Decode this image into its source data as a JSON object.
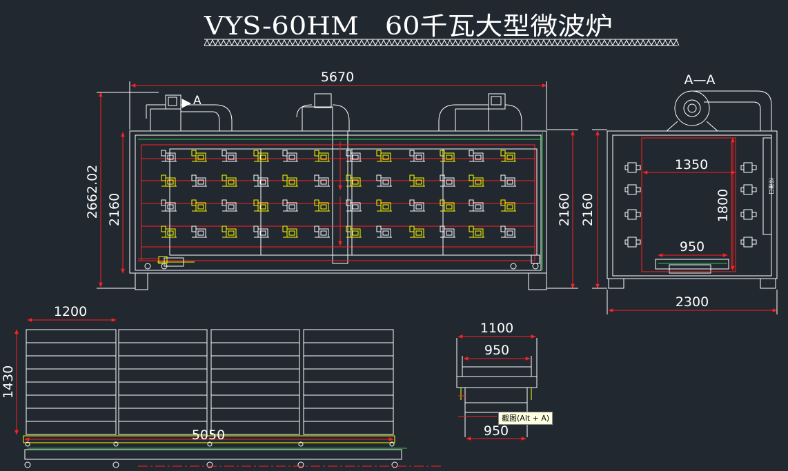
{
  "title": "VYS-60HM   60千瓦大型微波炉",
  "section_label": "A—A",
  "section_marker": "A",
  "front_view": {
    "width_dim": "5670",
    "overall_height_dim": "2662.02",
    "body_height_dim": "2160",
    "right_height_dim": "2160"
  },
  "section_view": {
    "height_dim": "2160",
    "inner_width_dim": "1350",
    "inner_height_dim": "1800",
    "tray_width_dim": "950",
    "base_width_dim": "2300",
    "vertical_tag": "排湿口"
  },
  "plan_view": {
    "module_width_dim": "1200",
    "height_dim": "1430",
    "total_length_dim": "5050"
  },
  "end_view": {
    "outer_width_dim": "1100",
    "inner_width_top_dim": "950",
    "inner_width_bottom_dim": "950"
  },
  "tooltip": "截图(Alt + A)",
  "colors": {
    "background": "#212830",
    "line": "#ffffff",
    "dimension": "#ff2020",
    "yellow": "#ffff00",
    "green": "#2ecc40"
  }
}
